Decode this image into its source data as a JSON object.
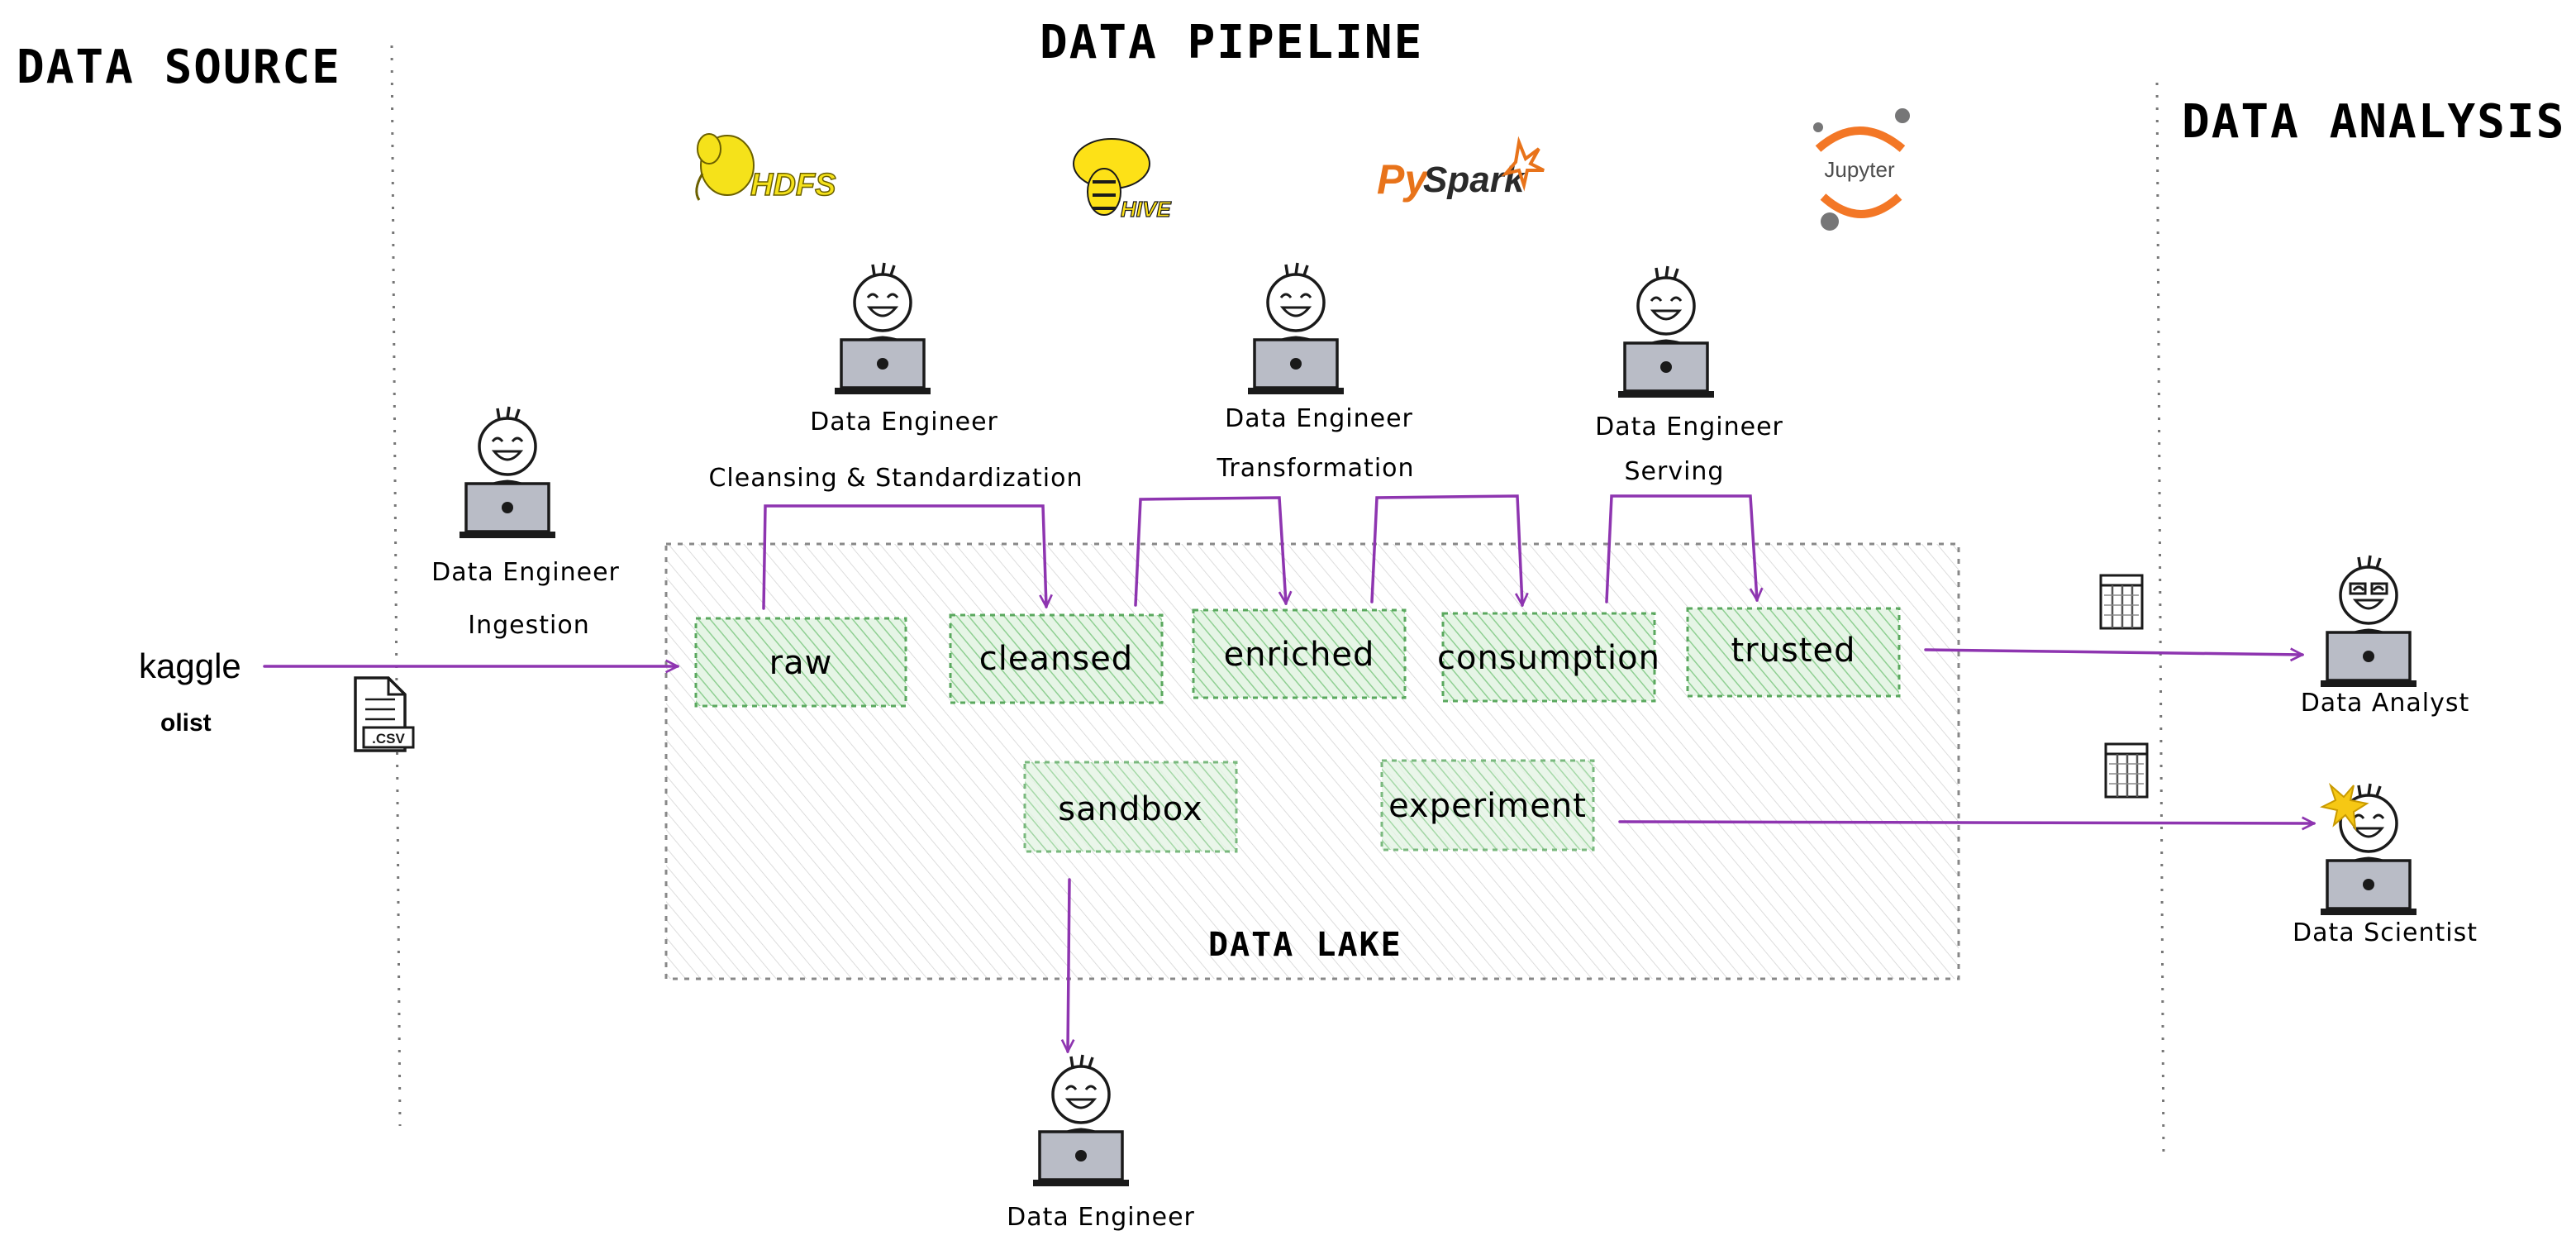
{
  "sections": {
    "data_source": "DATA SOURCE",
    "data_pipeline": "DATA PIPELINE",
    "data_analysis": "DATA ANALYSIS"
  },
  "source": {
    "kaggle": "kaggle",
    "olist": "olist",
    "file_type": ".CSV"
  },
  "tools": {
    "hdfs": "HDFS",
    "hive": "HIVE",
    "pyspark_py": "Py",
    "pyspark_spark": "Spark",
    "jupyter": "Jupyter"
  },
  "roles": {
    "engineer_ingestion": "Data Engineer",
    "engineer_cleansing": "Data Engineer",
    "engineer_transformation": "Data Engineer",
    "engineer_serving": "Data Engineer",
    "engineer_sandbox": "Data Engineer",
    "analyst": "Data Analyst",
    "scientist": "Data Scientist"
  },
  "steps": {
    "ingestion": "Ingestion",
    "cleansing": "Cleansing & Standardization",
    "transformation": "Transformation",
    "serving": "Serving"
  },
  "lake": {
    "title": "DATA LAKE",
    "zones": {
      "raw": "raw",
      "cleansed": "cleansed",
      "enriched": "enriched",
      "consumption": "consumption",
      "trusted": "trusted",
      "sandbox": "sandbox",
      "experiment": "experiment"
    }
  },
  "colors": {
    "arrow": "#8e35b0",
    "zone_fill": "#b7e4b8",
    "zone_border": "#5aa85e",
    "lake_border": "#888888",
    "shirt_engineer": "#3f57e0",
    "shirt_analyst": "#2ea56f",
    "shirt_scientist": "#e04848",
    "laptop": "#b9bcc6",
    "hdfs_yellow": "#f5e21a",
    "pyspark_orange": "#e8731a",
    "jupyter_orange": "#f37726",
    "kaggle_blue": "#20beff",
    "olist_blue": "#1838c8"
  },
  "icons": [
    "hdfs-logo",
    "hive-logo",
    "pyspark-logo",
    "jupyter-logo",
    "csv-file-icon",
    "table-icon",
    "person-laptop-icon"
  ]
}
